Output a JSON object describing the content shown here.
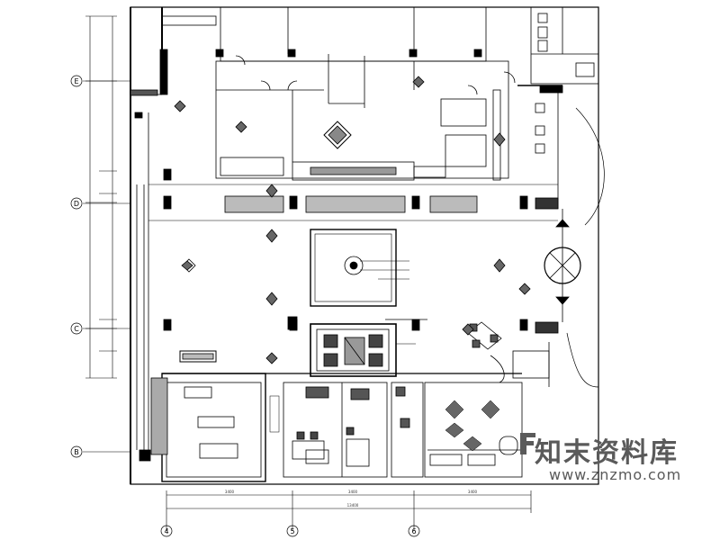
{
  "grid_axes": {
    "rows": [
      {
        "label": "E"
      },
      {
        "label": "D"
      },
      {
        "label": "C"
      },
      {
        "label": "B"
      }
    ],
    "columns": [
      {
        "label": "4"
      },
      {
        "label": "5"
      },
      {
        "label": "6"
      }
    ]
  },
  "dimensions": {
    "bottom_segments": [
      "3400",
      "3400",
      "3400"
    ],
    "bottom_total": "13400"
  },
  "watermark": {
    "text": "知末资料库",
    "url": "www.znzmo.com"
  }
}
